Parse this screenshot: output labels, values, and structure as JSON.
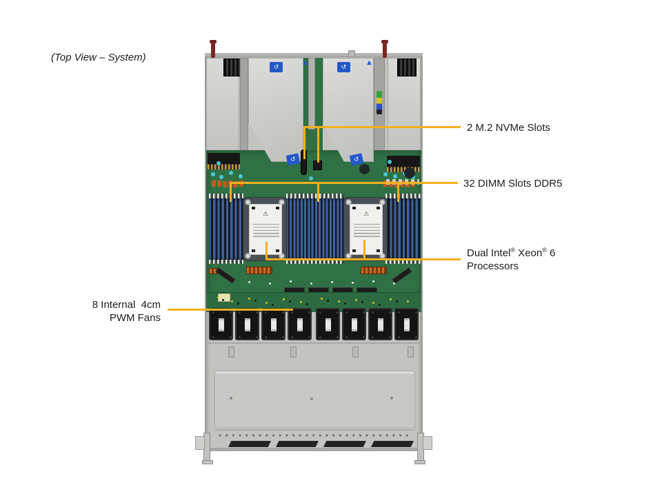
{
  "annotation_note": "(Top View – System)",
  "callouts": {
    "m2": {
      "label": "2 M.2 NVMe Slots"
    },
    "dimm": {
      "label": "32 DIMM Slots DDR5"
    },
    "cpu": {
      "line1_part1": "Dual Intel",
      "trademark1": "®",
      "line1_part2": " Xeon",
      "trademark2": "®",
      "line1_part3": " 6",
      "line2": "Processors"
    },
    "fans": {
      "line1": "8 Internal  4cm",
      "line2": "PWM Fans"
    }
  },
  "icons": {
    "recycle_label": "↺",
    "warning_triangle_label": "▲",
    "caution_icon": "⚠"
  },
  "colors": {
    "callout_line": "#F2B01E",
    "pcb_green": "#2F7145",
    "dimm_slot_blue": "#41639C",
    "chassis_gray": "#C3C3C1",
    "label_blue": "#2458C8"
  }
}
